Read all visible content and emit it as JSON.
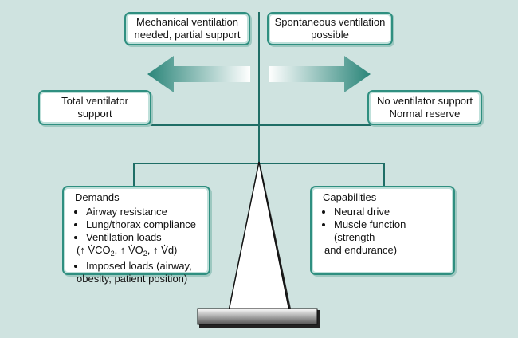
{
  "colors": {
    "background": "#cfe3e0",
    "accent": "#2f8f80",
    "line": "#1f6e66",
    "arrow": "#2a8579"
  },
  "boxes": {
    "partial_support": {
      "line1": "Mechanical ventilation",
      "line2": "needed, partial support"
    },
    "spontaneous": {
      "line1": "Spontaneous ventilation",
      "line2": "possible"
    },
    "total_support": {
      "line1": "Total ventilator",
      "line2": "support"
    },
    "no_support": {
      "line1": "No ventilator support",
      "line2": "Normal reserve"
    }
  },
  "demands": {
    "title": "Demands",
    "item1": "Airway resistance",
    "item2": "Lung/thorax compliance",
    "item3_line1": "Ventilation loads",
    "loads": {
      "open": "(↑ ",
      "vco2_v": "V̇",
      "vco2_co": "CO",
      "sub2": "2",
      "sep1": ", ↑ ",
      "vo2_v": "V̇",
      "vo2_o": "O",
      "sep2": ", ↑ ",
      "vd_v": "V̇",
      "vd_d": "d)"
    },
    "item4_line1": "Imposed loads (airway,",
    "item4_line2": "obesity, patient position)"
  },
  "capabilities": {
    "title": "Capabilities",
    "item1": "Neural drive",
    "item2_line1": "Muscle function (strength",
    "item2_line2": "and endurance)"
  }
}
